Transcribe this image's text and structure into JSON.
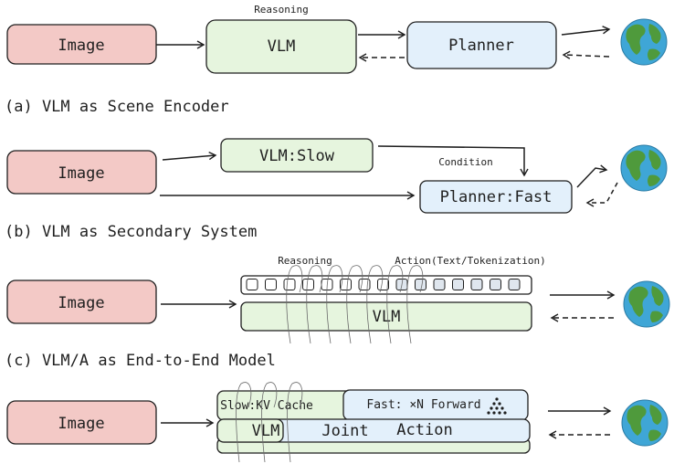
{
  "panel_a": {
    "image_label": "Image",
    "vlm_label": "VLM",
    "reasoning_label": "Reasoning",
    "planner_label": "Planner",
    "caption": "(a) VLM as Scene Encoder"
  },
  "panel_b": {
    "image_label": "Image",
    "vlm_label": "VLM:Slow",
    "condition_label": "Condition",
    "planner_label": "Planner:Fast",
    "caption": "(b) VLM as Secondary System"
  },
  "panel_c": {
    "image_label": "Image",
    "reasoning_label": "Reasoning",
    "action_label": "Action(Text/Tokenization)",
    "vlm_label": "VLM",
    "caption": "(c) VLM/A as End-to-End Model"
  },
  "panel_d": {
    "image_label": "Image",
    "slow_label": "Slow:KV Cache",
    "fast_label": "Fast: ×N Forward",
    "vlm_label": "VLM",
    "joint_label": "Joint",
    "action_label": "Action"
  },
  "colors": {
    "image_fill": "#f3c9c6",
    "vlm_fill": "#e6f5de",
    "planner_fill": "#e3f0fb",
    "globe_ocean": "#3fa6d6",
    "globe_land": "#4f9a3c"
  },
  "icons": [
    "earth-globe-icon",
    "earth-globe-icon",
    "earth-globe-icon",
    "earth-globe-icon",
    "token-pyramid-icon"
  ]
}
